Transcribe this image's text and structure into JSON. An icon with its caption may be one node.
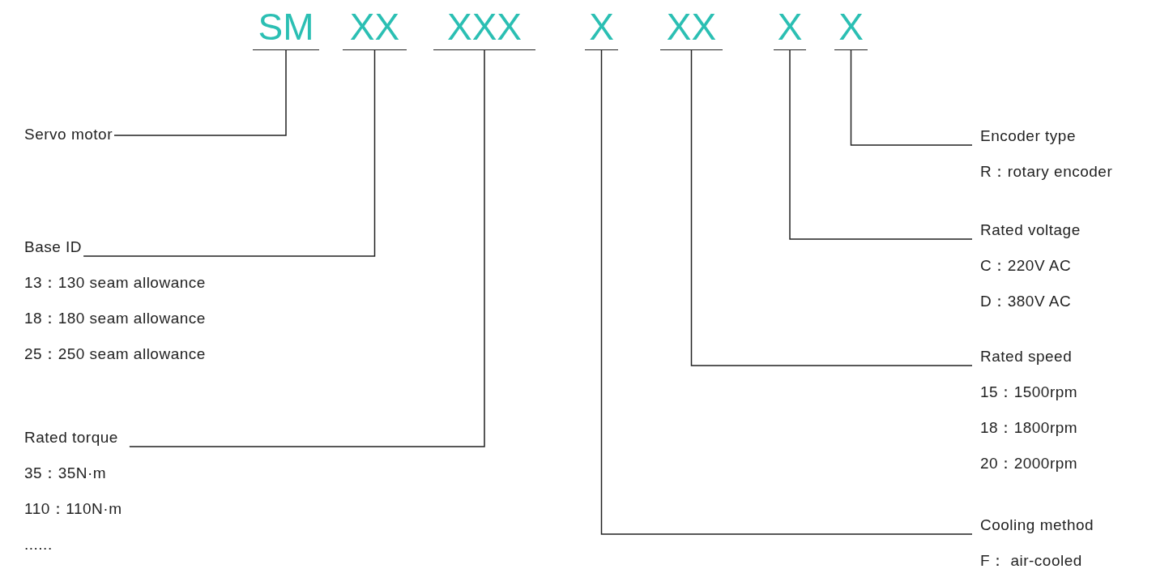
{
  "diagram": {
    "nodes": [
      {
        "text": [
          "SM"
        ]
      },
      {
        "text": [
          "XX"
        ]
      },
      {
        "text": [
          "XXX"
        ]
      },
      {
        "text": [
          "X"
        ]
      },
      {
        "text": [
          "XX"
        ]
      },
      {
        "text": [
          "X"
        ]
      },
      {
        "text": [
          "X"
        ]
      },
      {
        "text": [
          "Servo motor"
        ]
      },
      {
        "text": [
          "Base ID",
          "13：130 seam allowance",
          "18：180 seam allowance",
          "25：250 seam allowance"
        ]
      },
      {
        "text": [
          "Rated torque",
          "35：35N·m",
          "110：110N·m",
          "......"
        ]
      },
      {
        "text": [
          "Encoder type",
          "R：rotary encoder"
        ]
      },
      {
        "text": [
          "Rated voltage",
          "C：220V AC",
          "D：380V AC"
        ]
      },
      {
        "text": [
          "Rated speed",
          "15：1500rpm",
          "18：1800rpm",
          "20：2000rpm"
        ]
      },
      {
        "text": [
          "Cooling method",
          "F： air-cooled"
        ]
      }
    ],
    "edges": [
      {
        "from": 0,
        "to": 7,
        "arrow": "none"
      },
      {
        "from": 1,
        "to": 8,
        "arrow": "none"
      },
      {
        "from": 2,
        "to": 9,
        "arrow": "none"
      },
      {
        "from": 6,
        "to": 10,
        "arrow": "none"
      },
      {
        "from": 5,
        "to": 11,
        "arrow": "none"
      },
      {
        "from": 4,
        "to": 12,
        "arrow": "none"
      },
      {
        "from": 3,
        "to": 13,
        "arrow": "none"
      }
    ]
  }
}
